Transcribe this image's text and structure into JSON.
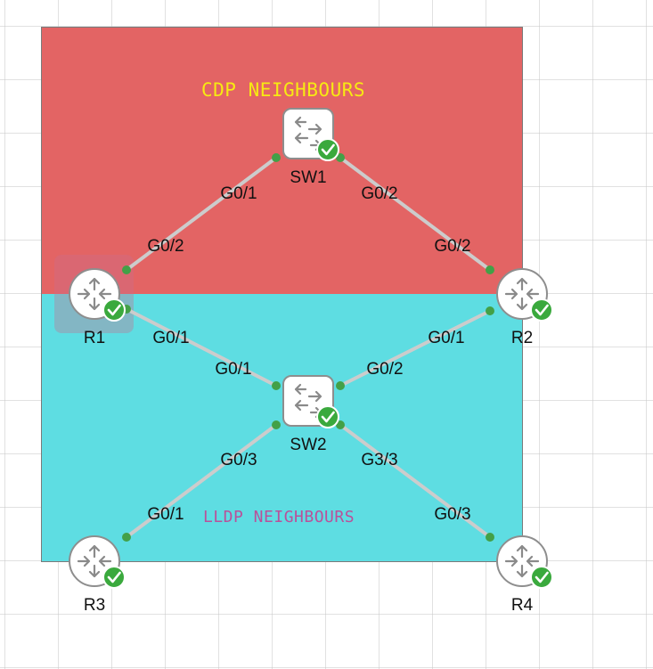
{
  "zones": {
    "cdp": {
      "title": "CDP NEIGHBOURS",
      "fill": "#e36464",
      "title_color": "#f7ea12"
    },
    "lldp": {
      "title": "LLDP NEIGHBOURS",
      "fill": "#5edde2",
      "title_color": "#b9519a"
    }
  },
  "devices": [
    {
      "id": "sw1",
      "label": "SW1",
      "kind": "switch",
      "icon": "switch-icon",
      "status": "check-badge-icon"
    },
    {
      "id": "sw2",
      "label": "SW2",
      "kind": "switch",
      "icon": "switch-icon",
      "status": "check-badge-icon"
    },
    {
      "id": "r1",
      "label": "R1",
      "kind": "router",
      "icon": "router-icon",
      "status": "check-badge-icon",
      "selected": true
    },
    {
      "id": "r2",
      "label": "R2",
      "kind": "router",
      "icon": "router-icon",
      "status": "check-badge-icon"
    },
    {
      "id": "r3",
      "label": "R3",
      "kind": "router",
      "icon": "router-icon",
      "status": "check-badge-icon"
    },
    {
      "id": "r4",
      "label": "R4",
      "kind": "router",
      "icon": "router-icon",
      "status": "check-badge-icon"
    }
  ],
  "links": [
    {
      "id": "r1-sw1",
      "from": "r1",
      "from_port": "G0/2",
      "to": "sw1",
      "to_port": "G0/1"
    },
    {
      "id": "sw1-r2",
      "from": "sw1",
      "from_port": "G0/2",
      "to": "r2",
      "to_port": "G0/2"
    },
    {
      "id": "r1-sw2",
      "from": "r1",
      "from_port": "G0/1",
      "to": "sw2",
      "to_port": "G0/1"
    },
    {
      "id": "sw2-r2",
      "from": "sw2",
      "from_port": "G0/2",
      "to": "r2",
      "to_port": "G0/1"
    },
    {
      "id": "sw2-r3",
      "from": "sw2",
      "from_port": "G0/3",
      "to": "r3",
      "to_port": "G0/1"
    },
    {
      "id": "sw2-r4",
      "from": "sw2",
      "from_port": "G3/3",
      "to": "r4",
      "to_port": "G0/3"
    }
  ],
  "colors": {
    "link": "#cccccc",
    "port_dot": "#43a047",
    "status_ok": "#3aa93d",
    "device_outline": "#8e8e8e"
  }
}
